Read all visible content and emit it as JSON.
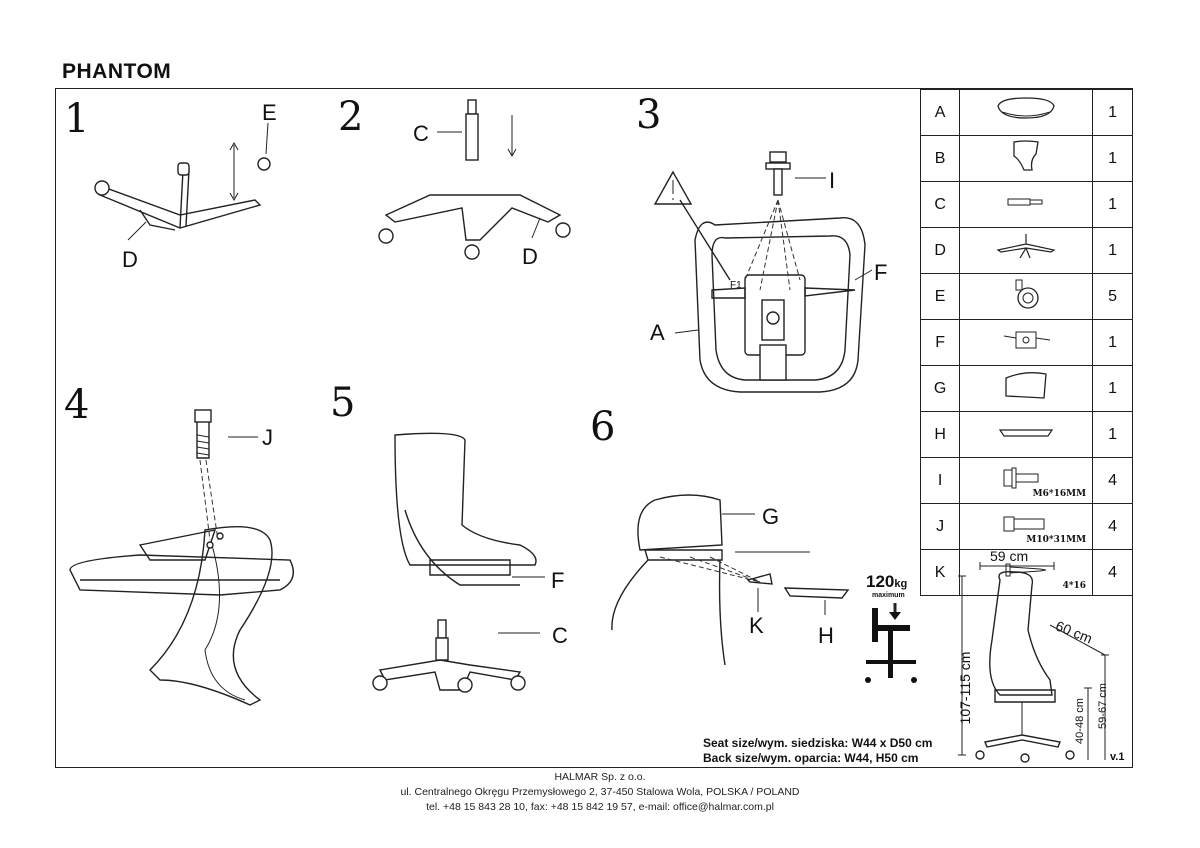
{
  "title": "PHANTOM",
  "steps": [
    "1",
    "2",
    "3",
    "4",
    "5",
    "6"
  ],
  "labels": {
    "s1": [
      "E",
      "D"
    ],
    "s2": [
      "C",
      "D"
    ],
    "s3": [
      "I",
      "F",
      "A",
      "F1"
    ],
    "s4": [
      "J"
    ],
    "s5": [
      "F",
      "C"
    ],
    "s6": [
      "G",
      "K",
      "H"
    ]
  },
  "parts": [
    {
      "letter": "A",
      "qty": "1",
      "spec": "",
      "icon": "seat-shell-icon"
    },
    {
      "letter": "B",
      "qty": "1",
      "spec": "",
      "icon": "backrest-icon"
    },
    {
      "letter": "C",
      "qty": "1",
      "spec": "",
      "icon": "gas-lift-icon"
    },
    {
      "letter": "D",
      "qty": "1",
      "spec": "",
      "icon": "star-base-icon"
    },
    {
      "letter": "E",
      "qty": "5",
      "spec": "",
      "icon": "caster-icon"
    },
    {
      "letter": "F",
      "qty": "1",
      "spec": "",
      "icon": "mechanism-icon"
    },
    {
      "letter": "G",
      "qty": "1",
      "spec": "",
      "icon": "headrest-icon"
    },
    {
      "letter": "H",
      "qty": "1",
      "spec": "",
      "icon": "cover-strip-icon"
    },
    {
      "letter": "I",
      "qty": "4",
      "spec": "M6*16MM",
      "icon": "bolt-washer-icon"
    },
    {
      "letter": "J",
      "qty": "4",
      "spec": "M10*31MM",
      "icon": "bolt-icon"
    },
    {
      "letter": "K",
      "qty": "4",
      "spec": "4*16",
      "icon": "screw-icon"
    }
  ],
  "load": {
    "value": "120",
    "unit": "kg",
    "caption": "maximum"
  },
  "dimensions": {
    "width": "59 cm",
    "depth": "60 cm",
    "height": "107-115 cm",
    "seat_height": "40-48 cm",
    "arm_height": "59-67 cm"
  },
  "seat_size": "Seat size/wym. siedziska: W44 x D50 cm",
  "back_size": "Back size/wym. oparcia: W44, H50 cm",
  "version": "v.1",
  "footer": [
    "HALMAR Sp. z o.o.",
    "ul. Centralnego Okręgu Przemysłowego 2, 37-450 Stalowa Wola, POLSKA / POLAND",
    "tel. +48 15 843 28 10, fax: +48 15 842 19 57, e-mail: office@halmar.com.pl"
  ]
}
